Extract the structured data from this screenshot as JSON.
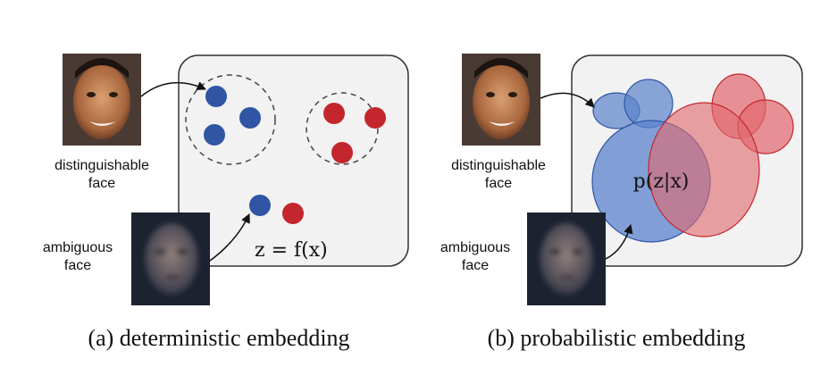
{
  "panels": {
    "deterministic": {
      "caption": "(a) deterministic embedding",
      "formula": "z = f(x)",
      "face_labels": {
        "distinguishable_line1": "distinguishable",
        "distinguishable_line2": "face",
        "ambiguous_line1": "ambiguous",
        "ambiguous_line2": "face"
      }
    },
    "probabilistic": {
      "caption": "(b) probabilistic embedding",
      "formula": "p(z|x)",
      "face_labels": {
        "distinguishable_line1": "distinguishable",
        "distinguishable_line2": "face",
        "ambiguous_line1": "ambiguous",
        "ambiguous_line2": "face"
      }
    }
  },
  "colors": {
    "blue": "#2f55a4",
    "red": "#c4262e",
    "blue_fill": "#5b83cc",
    "red_fill": "#e06a70",
    "box_fill": "#f2f2f2",
    "box_stroke": "#333333"
  },
  "icons": [
    "face-photo-distinguishable",
    "face-photo-ambiguous",
    "arrow"
  ]
}
